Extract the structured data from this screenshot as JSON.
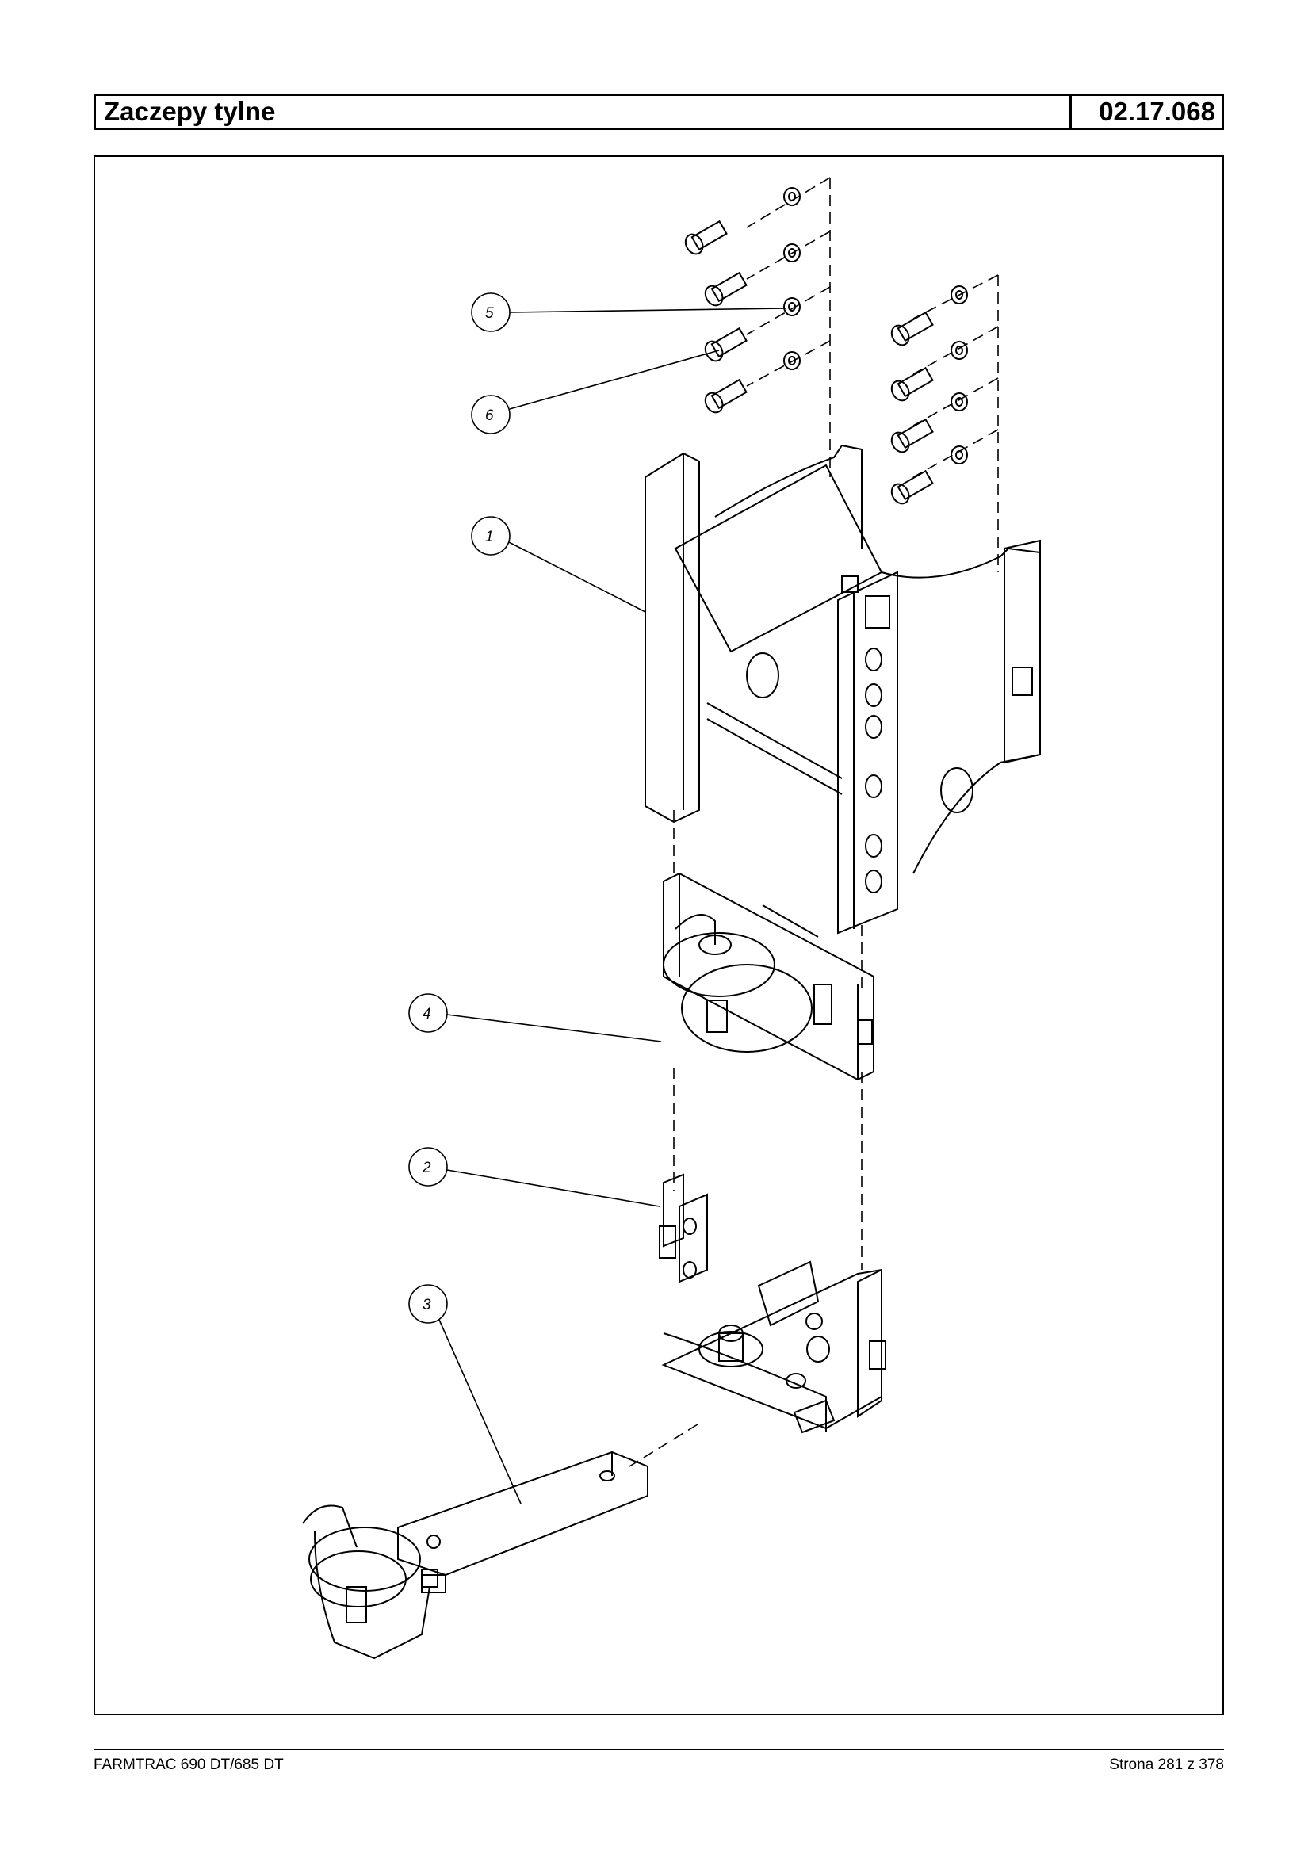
{
  "header": {
    "title": "Zaczepy tylne",
    "code": "02.17.068"
  },
  "diagram": {
    "callouts": [
      "5",
      "6",
      "1",
      "4",
      "2",
      "3"
    ]
  },
  "footer": {
    "model": "FARMTRAC 690 DT/685 DT",
    "page": "Strona 281 z 378"
  }
}
